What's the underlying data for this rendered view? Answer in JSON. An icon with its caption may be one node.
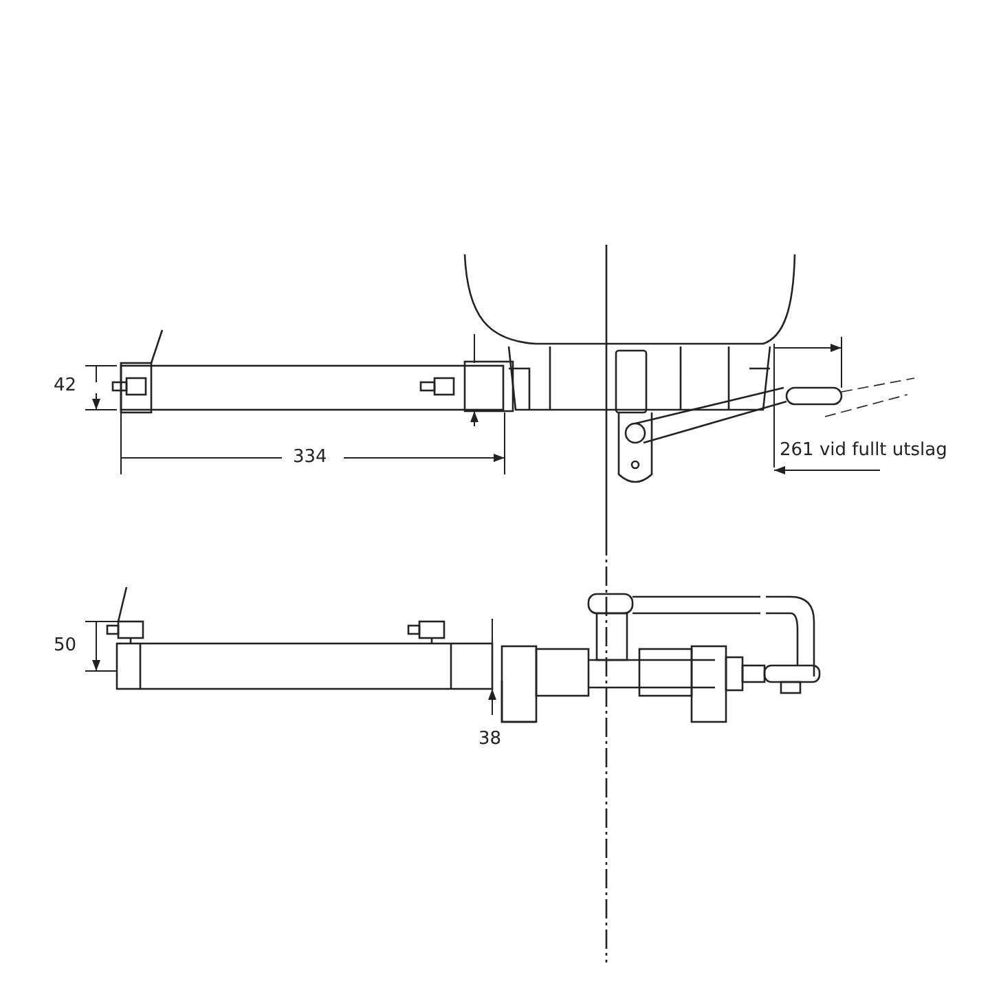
{
  "diagram": {
    "labels": [
      "42",
      "334",
      "261 vid fullt utslag",
      "50",
      "38"
    ]
  }
}
